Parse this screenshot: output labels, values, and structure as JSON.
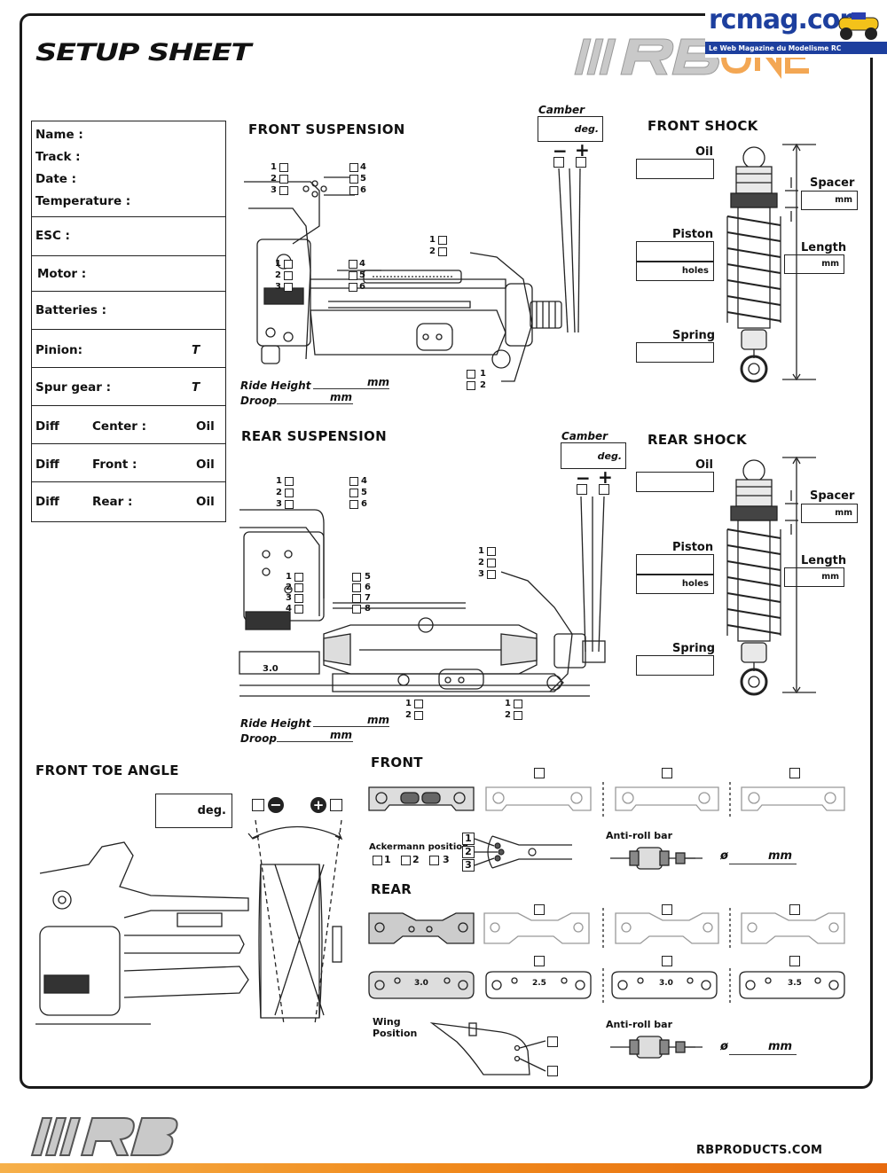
{
  "header": {
    "title": "SETUP SHEET",
    "brand_logo_text": "RB ONE",
    "watermark_site": "rcmag.com",
    "watermark_tagline": "Le Web Magazine du Modelisme RC"
  },
  "info": {
    "name": "Name :",
    "track": "Track :",
    "date": "Date :",
    "temperature": "Temperature :",
    "esc": "ESC :",
    "motor": "Motor :",
    "batteries": "Batteries :",
    "pinion": "Pinion:",
    "pinion_unit": "T",
    "spur": "Spur gear :",
    "spur_unit": "T",
    "diff_label": "Diff",
    "center": "Center :",
    "front": "Front :",
    "rear": "Rear :",
    "oil": "Oil"
  },
  "front_suspension": {
    "title": "FRONT SUSPENSION",
    "camber": "Camber",
    "deg": "deg.",
    "minus": "−",
    "plus": "+",
    "ride_height": "Ride Height",
    "droop": "Droop",
    "mm": "mm",
    "upper_left": [
      "1",
      "2",
      "3"
    ],
    "upper_right": [
      "4",
      "5",
      "6"
    ],
    "mid_left": [
      "1",
      "2",
      "3"
    ],
    "mid_right": [
      "4",
      "5",
      "6"
    ],
    "hub": [
      "1",
      "2"
    ],
    "arm": [
      "1",
      "2"
    ]
  },
  "front_shock": {
    "title": "FRONT SHOCK",
    "oil": "Oil",
    "piston": "Piston",
    "holes": "holes",
    "spring": "Spring",
    "spacer": "Spacer",
    "length": "Length",
    "mm": "mm"
  },
  "rear_suspension": {
    "title": "REAR SUSPENSION",
    "camber": "Camber",
    "deg": "deg.",
    "minus": "−",
    "plus": "+",
    "ride_height": "Ride Height",
    "droop": "Droop",
    "mm": "mm",
    "upper_left": [
      "1",
      "2",
      "3"
    ],
    "upper_right": [
      "4",
      "5",
      "6"
    ],
    "mid_left": [
      "1",
      "2",
      "3",
      "4"
    ],
    "mid_right": [
      "5",
      "6",
      "7",
      "8"
    ],
    "hub": [
      "1",
      "2",
      "3"
    ],
    "arm_a": [
      "1",
      "2"
    ],
    "arm_b": [
      "1",
      "2"
    ],
    "brace_value": "3.0"
  },
  "rear_shock": {
    "title": "REAR SHOCK",
    "oil": "Oil",
    "piston": "Piston",
    "holes": "holes",
    "spring": "Spring",
    "spacer": "Spacer",
    "length": "Length",
    "mm": "mm"
  },
  "toe": {
    "title": "FRONT TOE ANGLE",
    "deg": "deg."
  },
  "front_block": {
    "title": "FRONT",
    "ackermann": "Ackermann position",
    "ack_positions": [
      "1",
      "2",
      "3"
    ],
    "antiroll": "Anti-roll bar",
    "diameter": "ø",
    "mm": "mm"
  },
  "rear_block": {
    "title": "REAR",
    "plate_values": [
      "3.0",
      "2.5",
      "3.0",
      "3.5"
    ],
    "wing": "Wing",
    "position": "Position",
    "antiroll": "Anti-roll bar",
    "diameter": "ø",
    "mm": "mm"
  },
  "footer": {
    "logo": "RB",
    "url": "RBPRODUCTS.COM"
  },
  "colors": {
    "accent_orange": "#f08a1c",
    "ink": "#1a1a1a",
    "watermark_blue": "#1d3f9e"
  }
}
